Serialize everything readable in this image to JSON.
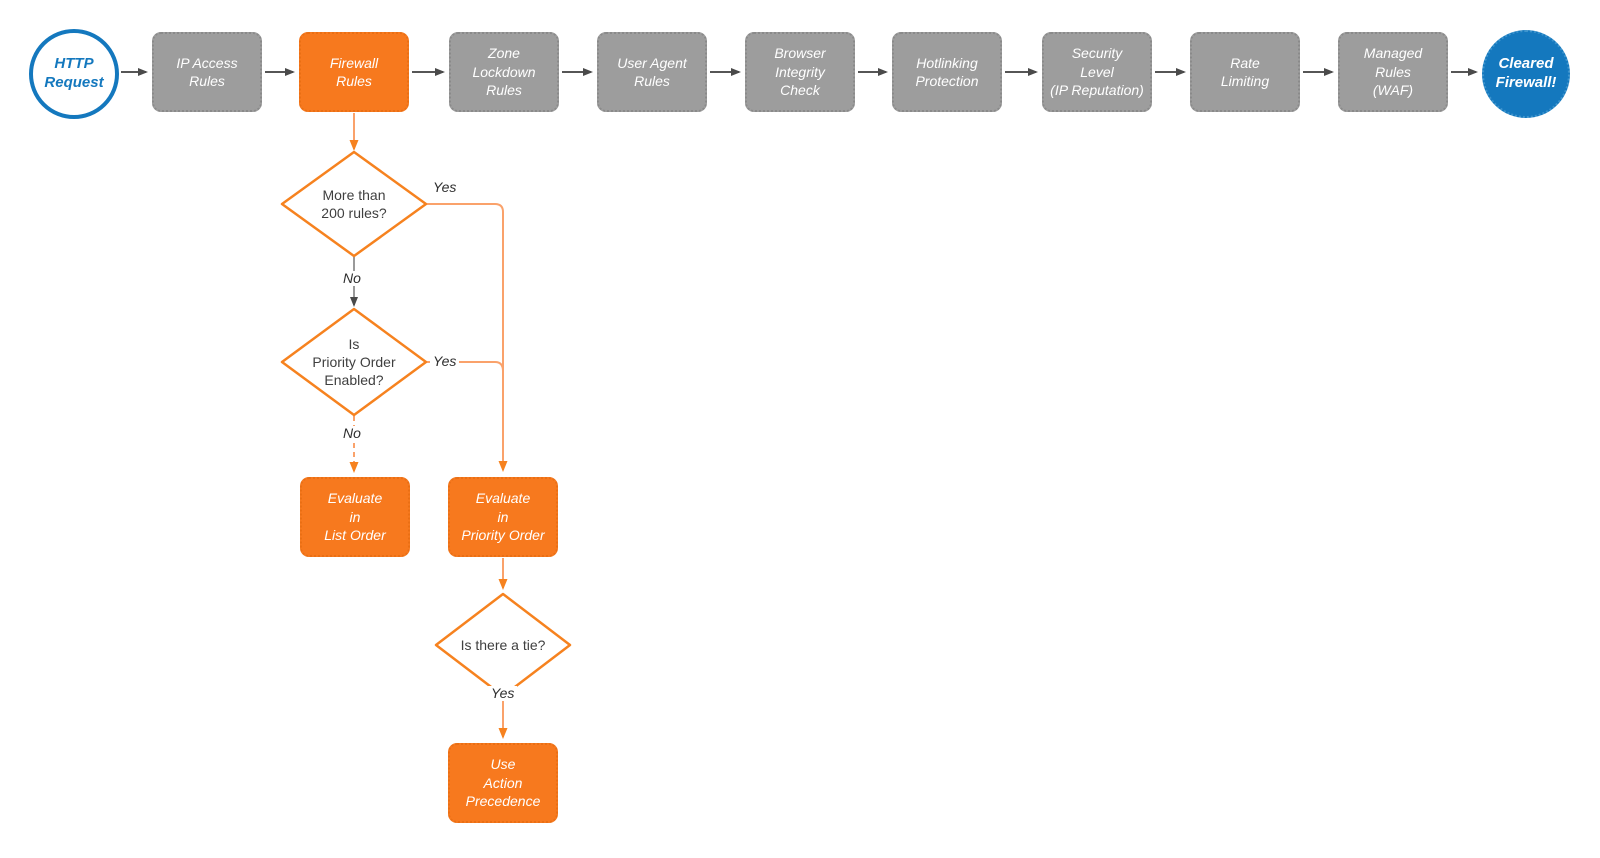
{
  "pipeline": {
    "start": {
      "label": "HTTP\nRequest"
    },
    "steps": [
      {
        "label": "IP Access\nRules",
        "highlight": false
      },
      {
        "label": "Firewall\nRules",
        "highlight": true
      },
      {
        "label": "Zone\nLockdown\nRules",
        "highlight": false
      },
      {
        "label": "User Agent\nRules",
        "highlight": false
      },
      {
        "label": "Browser\nIntegrity\nCheck",
        "highlight": false
      },
      {
        "label": "Hotlinking\nProtection",
        "highlight": false
      },
      {
        "label": "Security\nLevel\n(IP Reputation)",
        "highlight": false
      },
      {
        "label": "Rate\nLimiting",
        "highlight": false
      },
      {
        "label": "Managed\nRules\n(WAF)",
        "highlight": false
      }
    ],
    "end": {
      "label": "Cleared\nFirewall!"
    }
  },
  "decisions": {
    "more_rules": {
      "question": "More than\n200 rules?",
      "yes_label": "Yes",
      "no_label": "No"
    },
    "priority_enabled": {
      "question": "Is\nPriority Order\nEnabled?",
      "yes_label": "Yes",
      "no_label": "No"
    },
    "tie": {
      "question": "Is there a tie?",
      "yes_label": "Yes"
    }
  },
  "actions": {
    "list_order": {
      "label": "Evaluate\nin\nList Order"
    },
    "priority_order": {
      "label": "Evaluate\nin\nPriority Order"
    },
    "action_precedence": {
      "label": "Use\nAction\nPrecedence"
    }
  },
  "colors": {
    "accent_orange": "#f7791e",
    "diamond_stroke_orange": "#f6821f",
    "connector_orange_light": "#faa26b",
    "node_gray": "#9d9d9d",
    "brand_blue": "#1478be",
    "connector_gray": "#565656"
  }
}
